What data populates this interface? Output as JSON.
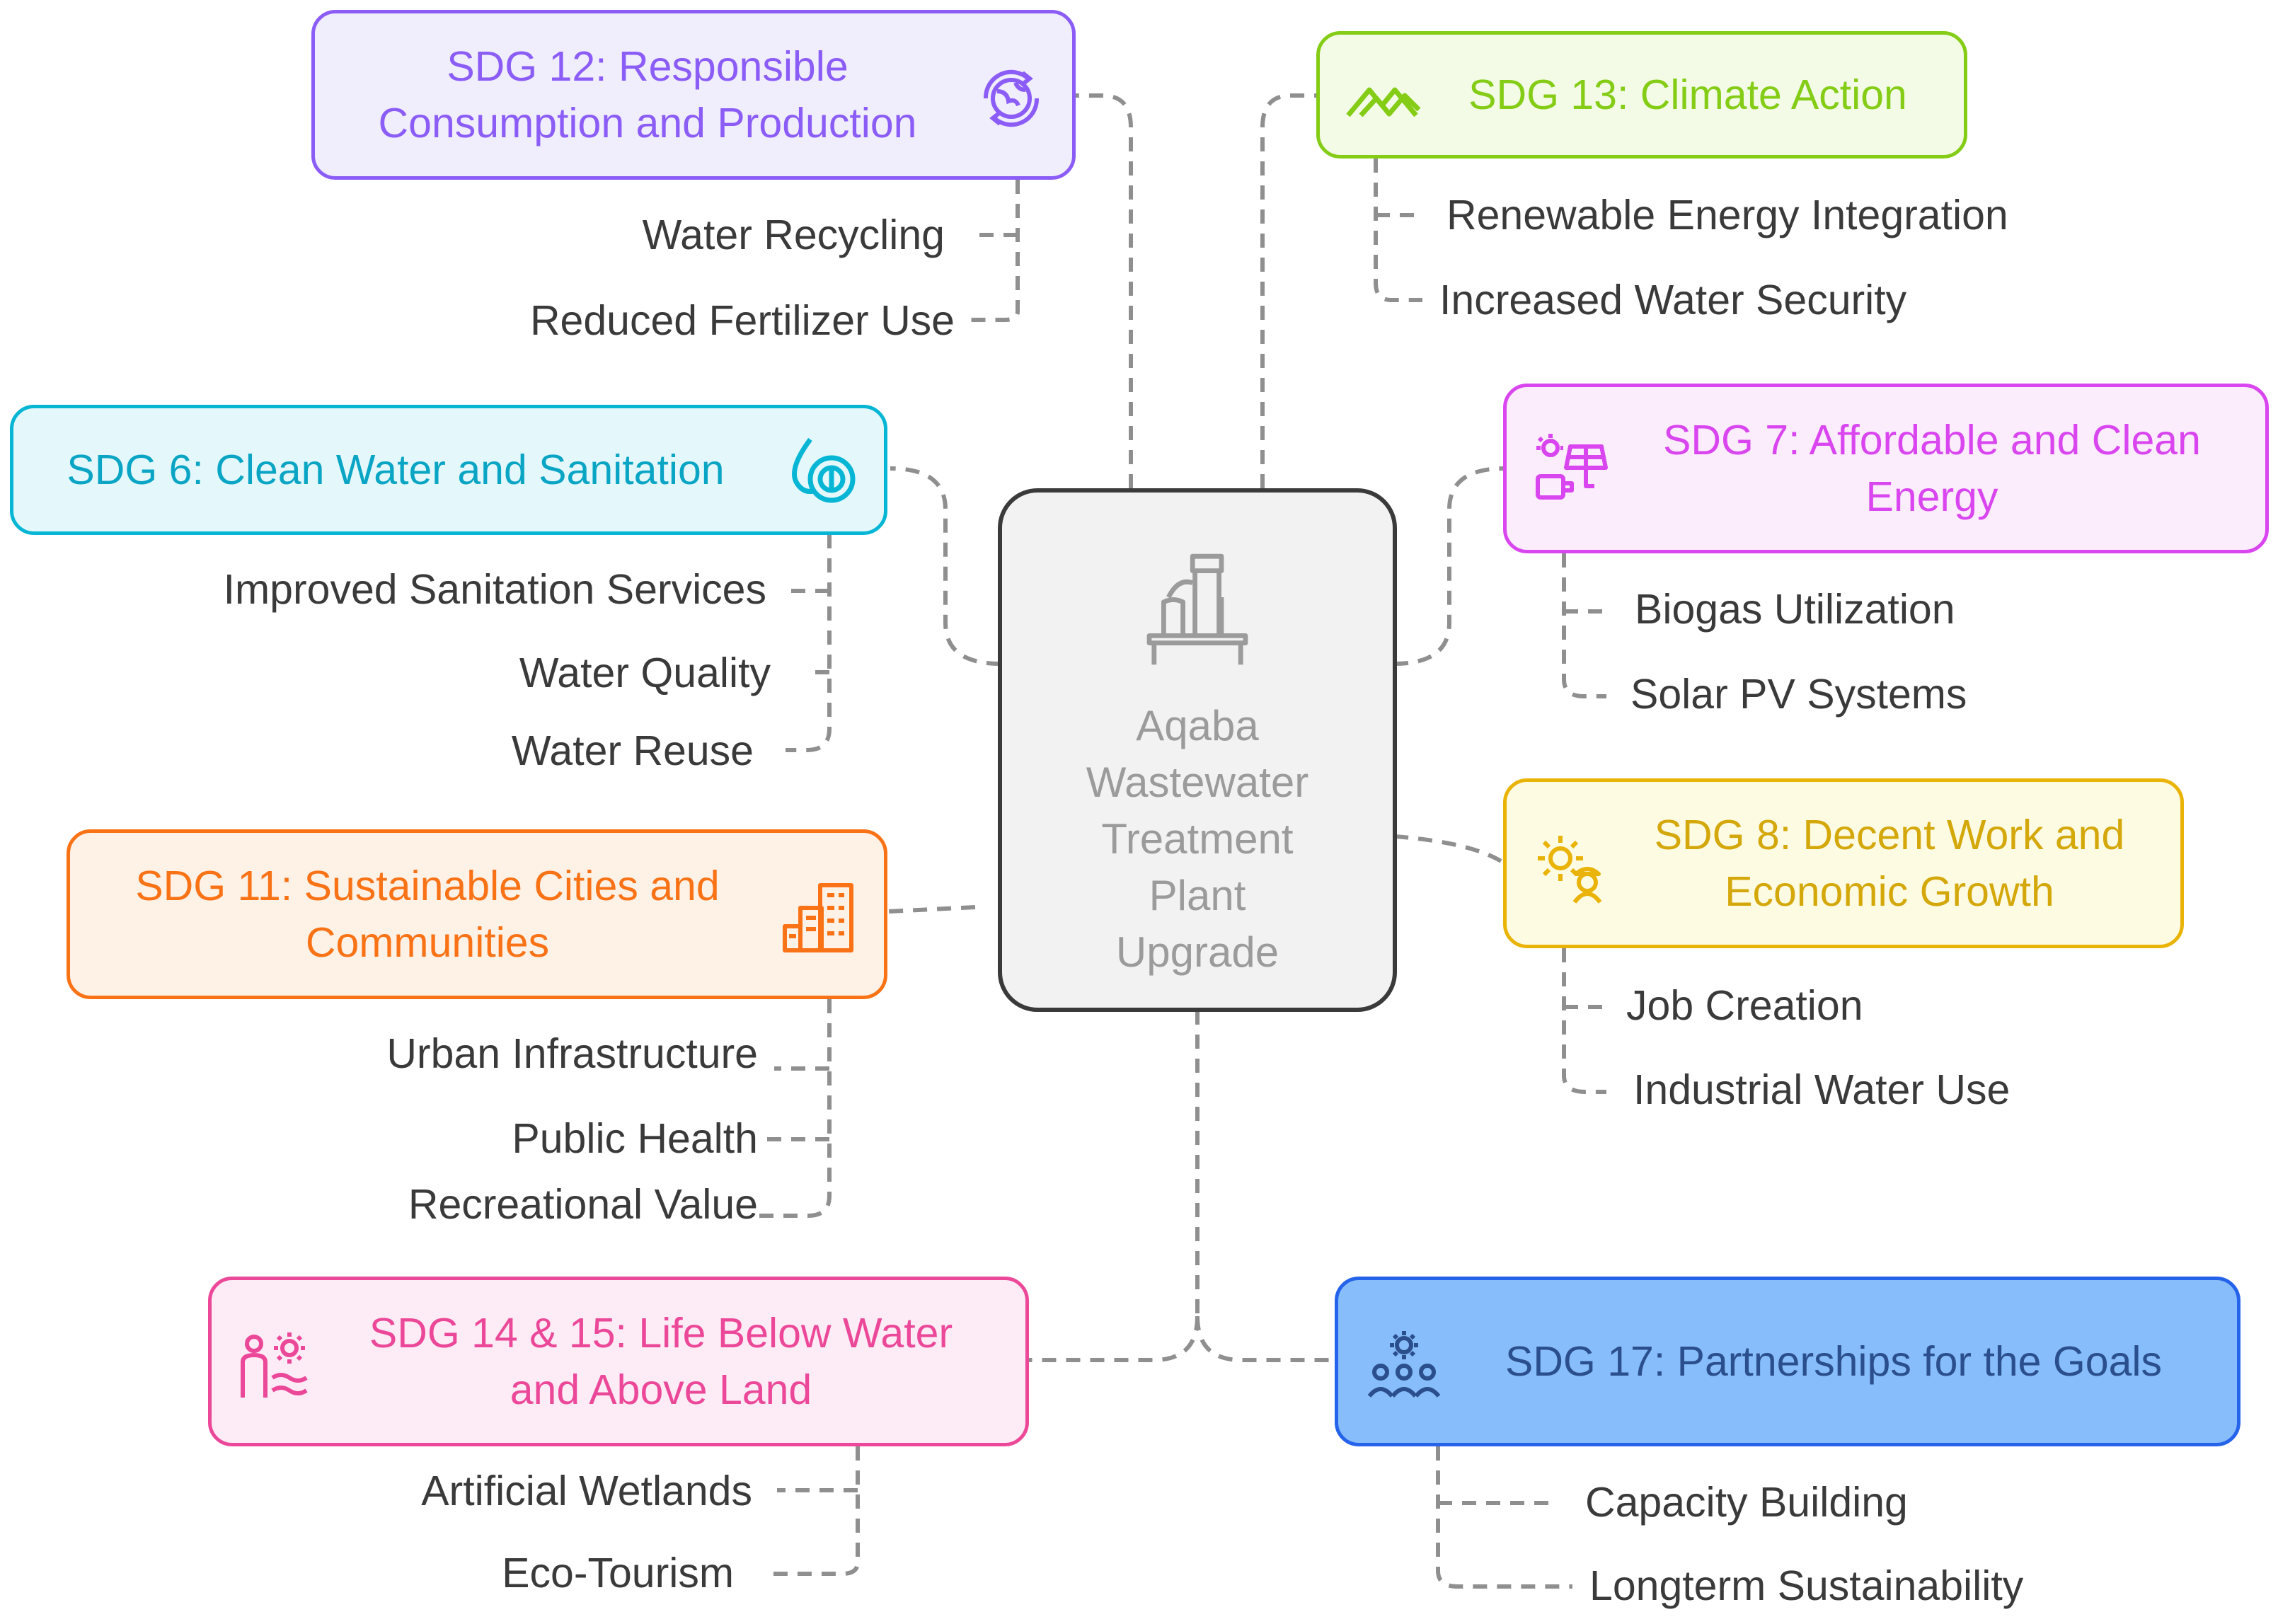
{
  "center": {
    "title": "Aqaba\nWastewater\nTreatment\nPlant\nUpgrade",
    "icon": "plant-building-icon"
  },
  "sdg12": {
    "title": "SDG 12: Responsible\nConsumption and Production",
    "icon": "recycle-globe-icon",
    "color": "#8b5cf6",
    "bg": "#f0edfd",
    "items": [
      "Water Recycling",
      "Reduced Fertilizer Use"
    ]
  },
  "sdg13": {
    "title": "SDG 13: Climate Action",
    "icon": "mountain-trend-icon",
    "color": "#84cc16",
    "bg": "#f3fbe6",
    "items": [
      "Renewable Energy Integration",
      "Increased Water Security"
    ]
  },
  "sdg6": {
    "title": "SDG 6: Clean Water and Sanitation",
    "icon": "water-drop-icon",
    "color": "#06b6d4",
    "bg": "#e4f8fc",
    "items": [
      "Improved Sanitation Services",
      "Water Quality",
      "Water Reuse"
    ]
  },
  "sdg7": {
    "title": "SDG 7: Affordable and Clean\nEnergy",
    "icon": "solar-energy-icon",
    "color": "#d946ef",
    "bg": "#fcedfd",
    "items": [
      "Biogas Utilization",
      "Solar PV Systems"
    ]
  },
  "sdg11": {
    "title": "SDG 11: Sustainable Cities and\nCommunities",
    "icon": "city-buildings-icon",
    "color": "#f97316",
    "bg": "#fef1e6",
    "items": [
      "Urban Infrastructure",
      "Public Health",
      "Recreational Value"
    ]
  },
  "sdg8": {
    "title": "SDG 8: Decent Work and\nEconomic Growth",
    "icon": "gear-worker-icon",
    "color": "#eab308",
    "bg": "#fefbe3",
    "items": [
      "Job Creation",
      "Industrial Water Use"
    ]
  },
  "sdg14": {
    "title": "SDG 14 & 15: Life Below Water\nand Above Land",
    "icon": "person-sun-water-icon",
    "color": "#ec4899",
    "bg": "#fdecf6",
    "items": [
      "Artificial Wetlands",
      "Eco-Tourism"
    ]
  },
  "sdg17": {
    "title": "SDG 17: Partnerships for the Goals",
    "icon": "partnership-group-icon",
    "color": "#2563eb",
    "bg": "#87bdfb",
    "text_color": "#2b4f8c",
    "items": [
      "Capacity Building",
      "Longterm Sustainability"
    ]
  }
}
